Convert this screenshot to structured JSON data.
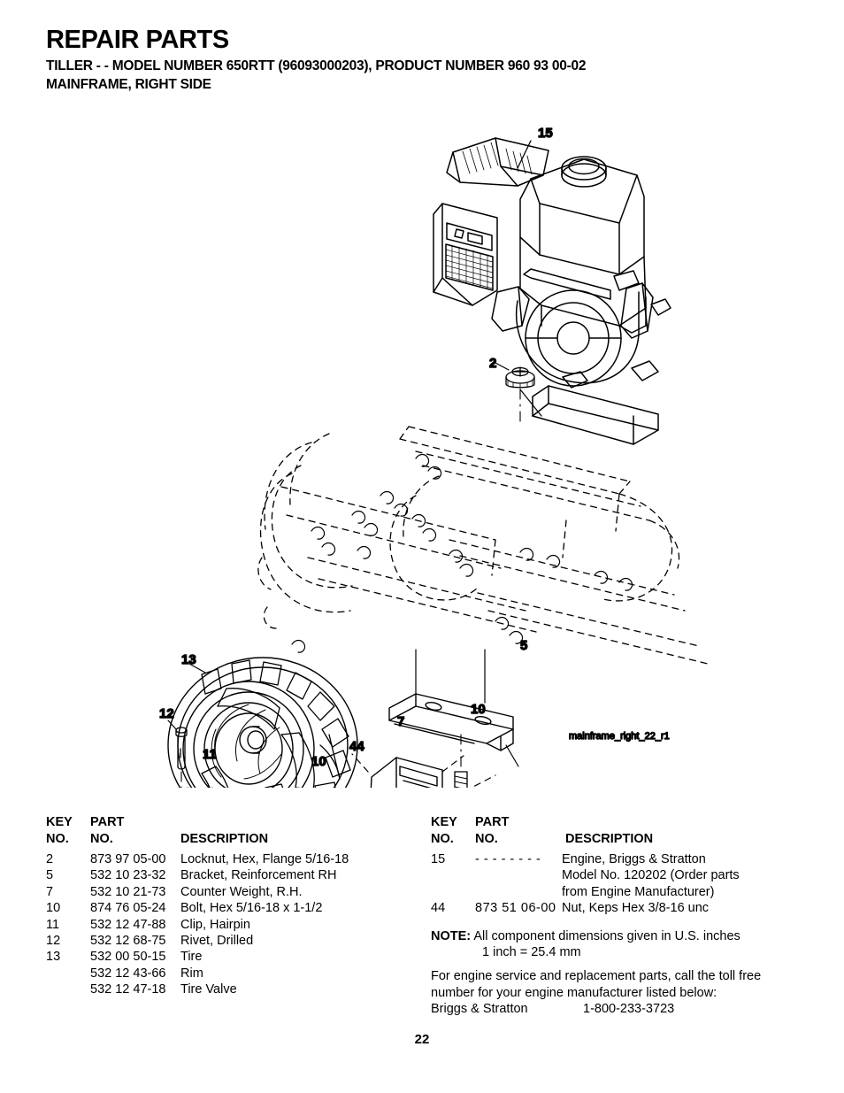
{
  "header": {
    "title": "REPAIR PARTS",
    "subtitle_1": "TILLER - - MODEL NUMBER 650RTT (96093000203), PRODUCT NUMBER 960 93 00-02",
    "subtitle_2": "MAINFRAME, RIGHT SIDE"
  },
  "illustration": {
    "caption": "mainframe_right_22_r1",
    "callouts": [
      {
        "id": "15",
        "label": "15"
      },
      {
        "id": "2",
        "label": "2"
      },
      {
        "id": "13",
        "label": "13"
      },
      {
        "id": "12",
        "label": "12"
      },
      {
        "id": "11",
        "label": "11"
      },
      {
        "id": "10a",
        "label": "10"
      },
      {
        "id": "44",
        "label": "44"
      },
      {
        "id": "7",
        "label": "7"
      },
      {
        "id": "5",
        "label": "5"
      },
      {
        "id": "10b",
        "label": "10"
      }
    ]
  },
  "table_left": {
    "headers": {
      "key_line1": "KEY",
      "key_line2": "NO.",
      "part_line1": "PART",
      "part_line2": "NO.",
      "description": "DESCRIPTION"
    },
    "rows": [
      {
        "key": "2",
        "part": "873 97 05-00",
        "description": "Locknut, Hex, Flange  5/16-18"
      },
      {
        "key": "5",
        "part": "532 10 23-32",
        "description": "Bracket, Reinforcement RH"
      },
      {
        "key": "7",
        "part": "532 10 21-73",
        "description": "Counter Weight, R.H."
      },
      {
        "key": "10",
        "part": "874 76 05-24",
        "description": "Bolt, Hex  5/16-18 x 1-1/2"
      },
      {
        "key": "11",
        "part": "532 12 47-88",
        "description": "Clip, Hairpin"
      },
      {
        "key": "12",
        "part": "532 12 68-75",
        "description": "Rivet, Drilled"
      },
      {
        "key": "13",
        "part": "532 00 50-15",
        "description": "Tire"
      },
      {
        "key": "",
        "part": "532 12 43-66",
        "description": "Rim"
      },
      {
        "key": "",
        "part": "532 12 47-18",
        "description": "Tire Valve"
      }
    ]
  },
  "table_right": {
    "headers": {
      "key_line1": "KEY",
      "key_line2": "NO.",
      "part_line1": "PART",
      "part_line2": "NO.",
      "description": "DESCRIPTION"
    },
    "rows": [
      {
        "key": "15",
        "part": "- - - - - - - -",
        "description": "Engine, Briggs & Stratton"
      },
      {
        "key": "",
        "part": "",
        "description": "Model No. 120202 (Order parts"
      },
      {
        "key": "",
        "part": "",
        "description": "from Engine Manufacturer)"
      },
      {
        "key": "44",
        "part": "873 51 06-00",
        "description": "Nut, Keps Hex 3/8-16 unc"
      }
    ],
    "note": {
      "label": "NOTE:",
      "line_1": "All component dimensions given in U.S. inches",
      "line_2": "1 inch = 25.4 mm"
    },
    "engine_service": {
      "line_1": "For engine service and replacement parts, call the toll free",
      "line_2": "number for your engine manufacturer listed below:",
      "manufacturer": "Briggs & Stratton",
      "phone": "1-800-233-3723"
    }
  },
  "footer": {
    "page_number": "22"
  }
}
